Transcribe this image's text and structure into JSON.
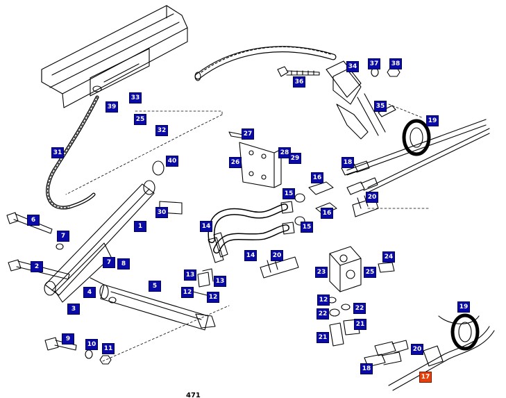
{
  "colors": {
    "label_bg": "#0a0aa6",
    "label_highlight": "#e8400c",
    "line": "#000000"
  },
  "labels": [
    "31",
    "39",
    "33",
    "25",
    "32",
    "27",
    "26",
    "28",
    "29",
    "34",
    "37",
    "38",
    "36",
    "35",
    "19",
    "18",
    "16",
    "15",
    "16",
    "15",
    "20",
    "14",
    "14",
    "40",
    "30",
    "1",
    "6",
    "7",
    "2",
    "7",
    "8",
    "4",
    "3",
    "5",
    "13",
    "13",
    "12",
    "12",
    "20",
    "23",
    "24",
    "25",
    "12",
    "22",
    "22",
    "21",
    "21",
    "18",
    "19",
    "20",
    "17",
    "9",
    "10",
    "11"
  ],
  "highlighted_label": "17",
  "bottom_fragment": "471"
}
